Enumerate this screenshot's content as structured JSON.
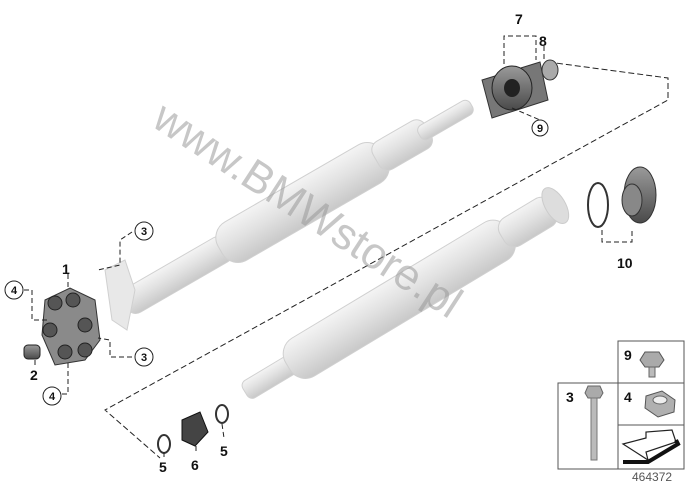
{
  "watermark": "www.BMWstore.pl",
  "part_labels": {
    "flex_disc": "1",
    "centering_sleeve": "2",
    "bolt_upper": "3",
    "bolt_lower": "3",
    "nut_left": "4",
    "nut_bottom": "4",
    "ring_left": "5",
    "ring_right": "5",
    "boot": "6",
    "center_bearing": "7",
    "bearing_ring": "8",
    "bearing_bolt": "9",
    "flange_assembly": "10"
  },
  "inset": {
    "bolt_9": "9",
    "bolt_3": "3",
    "nut_4": "4"
  },
  "diagram_number": "464372"
}
